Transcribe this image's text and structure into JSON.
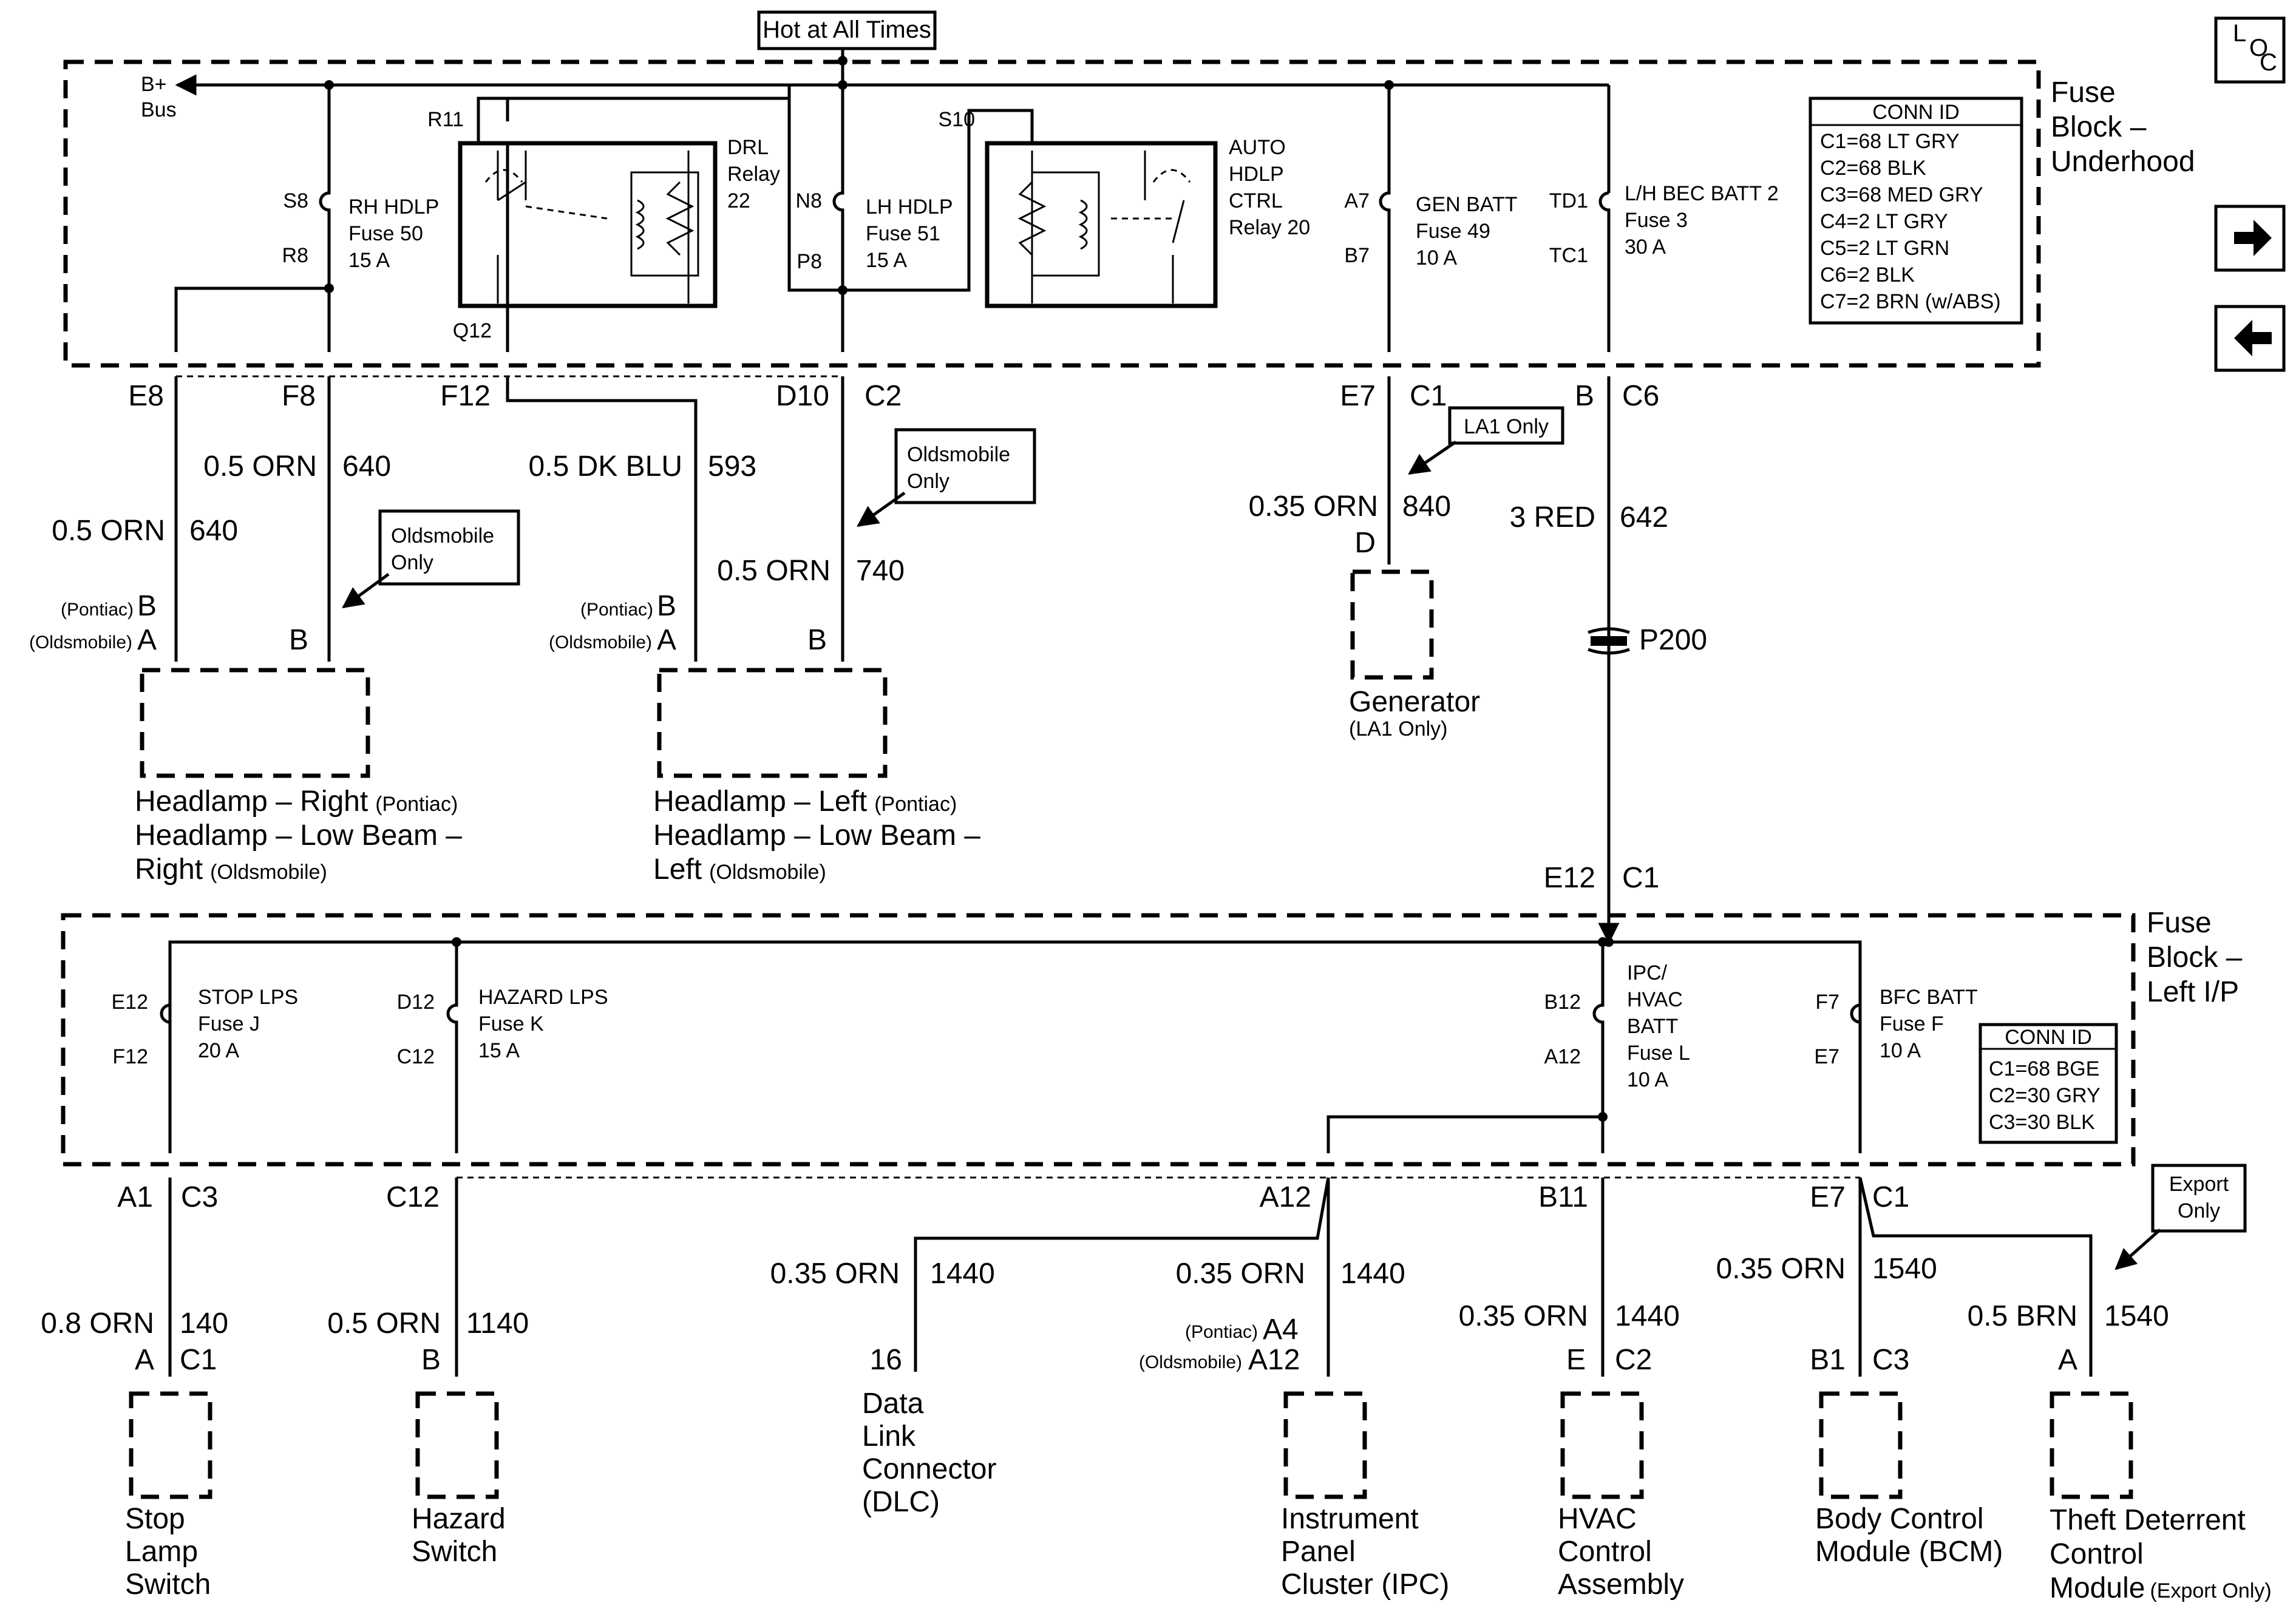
{
  "header": {
    "hot_label": "Hot at All Times",
    "loc_letters": [
      "L",
      "O",
      "C"
    ]
  },
  "fuse_block_underhood": {
    "title_lines": [
      "Fuse",
      "Block –",
      "Underhood"
    ],
    "bus_label_lines": [
      "B+",
      "Bus"
    ],
    "rh_hdlp": {
      "pins": [
        "S8",
        "R8"
      ],
      "lines": [
        "RH HDLP",
        "Fuse 50",
        "15 A"
      ]
    },
    "lh_hdlp": {
      "pins": [
        "N8",
        "P8"
      ],
      "lines": [
        "LH HDLP",
        "Fuse 51",
        "15 A"
      ]
    },
    "gen_batt": {
      "pins": [
        "A7",
        "B7"
      ],
      "lines": [
        "GEN BATT",
        "Fuse 49",
        "10 A"
      ]
    },
    "lh_bec": {
      "pins": [
        "TD1",
        "TC1"
      ],
      "lines": [
        "L/H BEC BATT 2",
        "Fuse 3",
        "30 A"
      ]
    },
    "drl_relay": {
      "pin_top": "R11",
      "pin_bottom": "Q12",
      "lines": [
        "DRL",
        "Relay",
        "22"
      ]
    },
    "auto_relay": {
      "pin_top": "S10",
      "lines": [
        "AUTO",
        "HDLP",
        "CTRL",
        "Relay 20"
      ]
    },
    "conn_id": {
      "title": "CONN ID",
      "rows": [
        "C1=68 LT GRY",
        "C2=68 BLK",
        "C3=68 MED GRY",
        "C4=2 LT GRY",
        "C5=2 LT GRN",
        "C6=2 BLK",
        "C7=2 BRN (w/ABS)"
      ]
    },
    "connectors": [
      "E8",
      "F8",
      "F12",
      "D10",
      "C2",
      "E7",
      "C1",
      "B",
      "C6"
    ]
  },
  "wires_upper": [
    {
      "gauge": "0.5 ORN",
      "circuit": "640"
    },
    {
      "gauge": "0.5 ORN",
      "circuit": "640"
    },
    {
      "gauge": "0.5 DK BLU",
      "circuit": "593"
    },
    {
      "gauge": "0.5 ORN",
      "circuit": "740"
    },
    {
      "gauge": "0.35 ORN",
      "circuit": "840"
    },
    {
      "gauge": "3 RED",
      "circuit": "642"
    }
  ],
  "callouts": {
    "olds_1": [
      "Oldsmobile",
      "Only"
    ],
    "olds_2": [
      "Oldsmobile",
      "Only"
    ],
    "la1": "LA1 Only",
    "export": [
      "Export",
      "Only"
    ]
  },
  "headlamp_pins": {
    "pontiac": "(Pontiac)",
    "oldsmobile": "(Oldsmobile)",
    "b": "B",
    "a": "A"
  },
  "headlamp_right": {
    "line1": "Headlamp – Right",
    "line1_note": "(Pontiac)",
    "line2": "Headlamp – Low Beam –",
    "line3": "Right",
    "line3_note": "(Oldsmobile)"
  },
  "headlamp_left": {
    "line1": "Headlamp – Left",
    "line1_note": "(Pontiac)",
    "line2": "Headlamp – Low Beam –",
    "line3": "Left",
    "line3_note": "(Oldsmobile)"
  },
  "generator": {
    "pin": "D",
    "name": "Generator",
    "note": "(LA1 Only)"
  },
  "splice": "P200",
  "lower_feed": {
    "pin": "E12",
    "conn": "C1"
  },
  "fuse_block_left_ip": {
    "title_lines": [
      "Fuse",
      "Block –",
      "Left I/P"
    ],
    "stop": {
      "pins": [
        "E12",
        "F12"
      ],
      "lines": [
        "STOP LPS",
        "Fuse J",
        "20 A"
      ]
    },
    "hazard": {
      "pins": [
        "D12",
        "C12"
      ],
      "lines": [
        "HAZARD LPS",
        "Fuse K",
        "15 A"
      ]
    },
    "ipc": {
      "pins": [
        "B12",
        "A12"
      ],
      "lines": [
        "IPC/",
        "HVAC",
        "BATT",
        "Fuse L",
        "10 A"
      ]
    },
    "bfc": {
      "pins": [
        "F7",
        "E7"
      ],
      "lines": [
        "BFC BATT",
        "Fuse F",
        "10 A"
      ]
    },
    "conn_id": {
      "title": "CONN ID",
      "rows": [
        "C1=68 BGE",
        "C2=30 GRY",
        "C3=30 BLK"
      ]
    },
    "connectors": [
      "A1",
      "C3",
      "C12",
      "A12",
      "B11",
      "E7",
      "C1"
    ]
  },
  "wires_lower": [
    {
      "gauge": "0.8 ORN",
      "circuit": "140"
    },
    {
      "gauge": "0.5 ORN",
      "circuit": "1140"
    },
    {
      "gauge": "0.35 ORN",
      "circuit": "1440"
    },
    {
      "gauge": "0.35 ORN",
      "circuit": "1440"
    },
    {
      "gauge": "0.35 ORN",
      "circuit": "1440"
    },
    {
      "gauge": "0.35 ORN",
      "circuit": "1540"
    },
    {
      "gauge": "0.5 BRN",
      "circuit": "1540"
    }
  ],
  "components": {
    "stop": {
      "pin": "A",
      "conn": "C1",
      "lines": [
        "Stop",
        "Lamp",
        "Switch"
      ]
    },
    "hazard": {
      "pin": "B",
      "lines": [
        "Hazard",
        "Switch"
      ]
    },
    "dlc": {
      "pin": "16",
      "lines": [
        "Data",
        "Link",
        "Connector",
        "(DLC)"
      ]
    },
    "ipc": {
      "pin_pontiac": "A4",
      "pin_olds": "A12",
      "note_pontiac": "(Pontiac)",
      "note_olds": "(Oldsmobile)",
      "lines": [
        "Instrument",
        "Panel",
        "Cluster (IPC)"
      ]
    },
    "hvac": {
      "pin": "E",
      "conn": "C2",
      "lines": [
        "HVAC",
        "Control",
        "Assembly"
      ]
    },
    "bcm": {
      "pin": "B1",
      "conn": "C3",
      "lines": [
        "Body Control",
        "Module (BCM)"
      ]
    },
    "theft": {
      "pin": "A",
      "lines": [
        "Theft Deterrent",
        "Control",
        "Module"
      ],
      "note": "(Export Only)"
    }
  }
}
